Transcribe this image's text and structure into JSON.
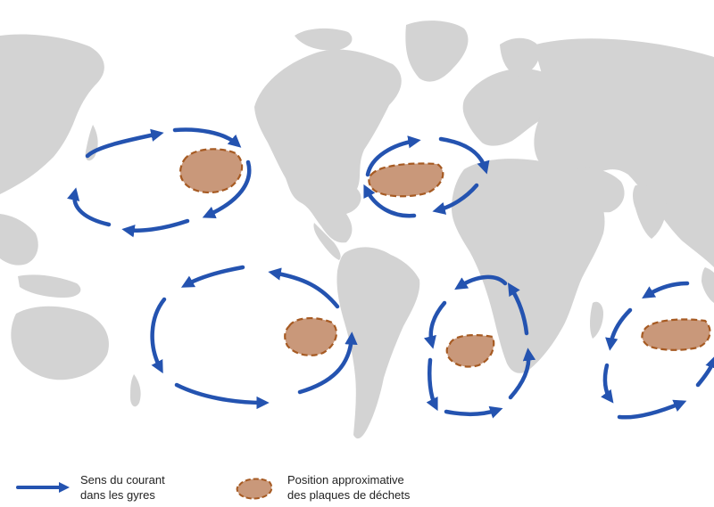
{
  "map": {
    "colors": {
      "land": "#d3d3d3",
      "ocean": "#ffffff",
      "current_arrow": "#2453b0",
      "patch_fill": "#c9987a",
      "patch_outline": "#a65a22"
    },
    "gyres": [
      {
        "name": "North Pacific Gyre",
        "direction": "clockwise",
        "has_patch": true
      },
      {
        "name": "North Atlantic Gyre",
        "direction": "clockwise",
        "has_patch": true
      },
      {
        "name": "South Pacific Gyre",
        "direction": "counterclockwise",
        "has_patch": true
      },
      {
        "name": "South Atlantic Gyre",
        "direction": "counterclockwise",
        "has_patch": true
      },
      {
        "name": "Indian Ocean Gyre",
        "direction": "counterclockwise",
        "has_patch": true
      }
    ]
  },
  "legend": {
    "current": {
      "label": "Sens du courant\ndans les gyres",
      "icon": "blue-arrow-icon"
    },
    "patch": {
      "label": "Position approximative\ndes plaques de déchets",
      "icon": "garbage-patch-icon"
    }
  }
}
